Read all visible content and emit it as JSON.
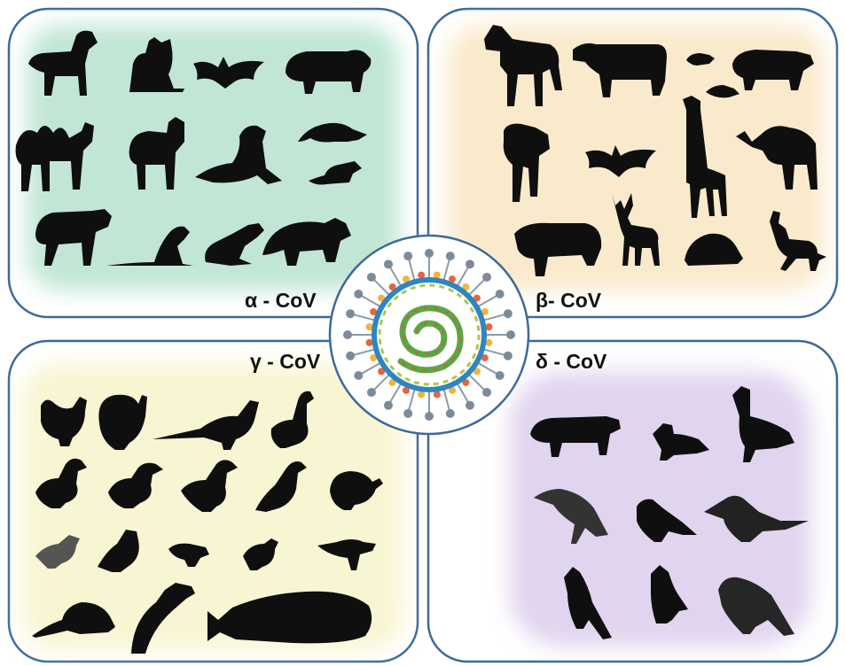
{
  "labels": {
    "alpha": "α - CoV",
    "beta": "β- CoV",
    "gamma": "γ - CoV",
    "delta": "δ - CoV"
  },
  "colors": {
    "border": "#3d6a99",
    "alpha_glow": "#8fd3b4",
    "beta_glow": "#f6d9a4",
    "gamma_glow": "#f4efb6",
    "delta_glow": "#cdb8e4",
    "silhouette": "#0f0f0f",
    "virus_ring": "#2f86bf",
    "virus_rna": "#5aa845"
  },
  "panels": {
    "alpha": [
      "dog-icon",
      "cat-icon",
      "bat-icon",
      "pig-icon",
      "camel-icon",
      "alpaca-icon",
      "sea-lion-icon",
      "shrew-icon",
      "rat-icon",
      "hyena-icon",
      "mink-icon",
      "ferret-icon",
      "raccoon-dog-icon"
    ],
    "beta": [
      "horse-icon",
      "cow-icon",
      "mouse-icon",
      "pig-icon",
      "rat-icon",
      "dog-icon",
      "bat-icon",
      "giraffe-icon",
      "camel-icon",
      "yak-icon",
      "deer-icon",
      "hedgehog-icon",
      "antelope-icon"
    ],
    "gamma": [
      "chicken-icon",
      "turkey-icon",
      "pheasant-icon",
      "goose-icon",
      "duck-icon",
      "duck-icon",
      "duck-icon",
      "cormorant-icon",
      "guinea-fowl-icon",
      "gull-icon",
      "pigeon-icon",
      "sandpiper-icon",
      "quail-icon",
      "plover-icon",
      "shrew-icon",
      "dolphin-icon",
      "whale-icon"
    ],
    "delta": [
      "pig-icon",
      "duck-icon",
      "goose-icon",
      "heron-icon",
      "sparrow-icon",
      "kingfisher-icon",
      "bulbul-icon",
      "magpie-robin-icon",
      "finch-icon"
    ]
  }
}
